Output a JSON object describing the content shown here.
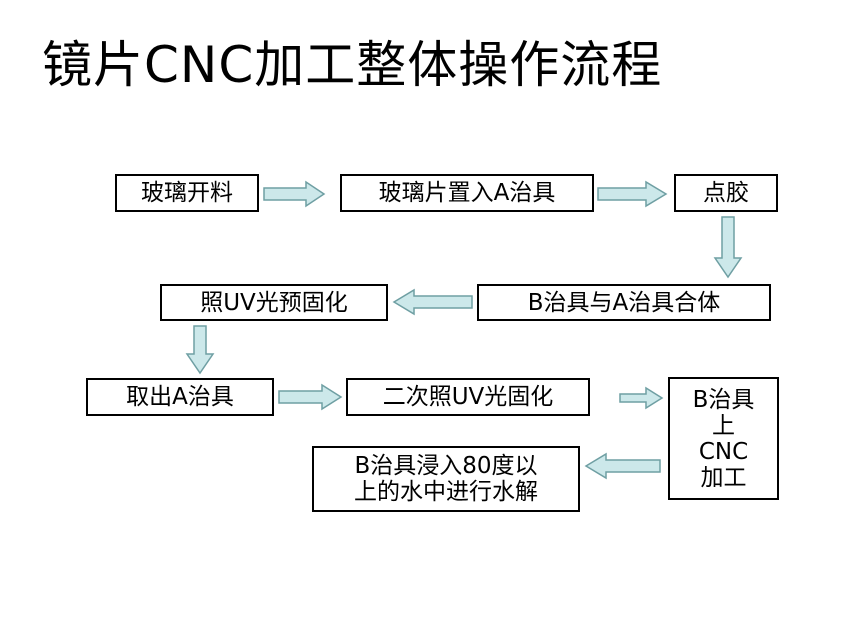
{
  "title": "镜片CNC加工整体操作流程",
  "steps": {
    "s1": "玻璃开料",
    "s2": "玻璃片置入A治具",
    "s3": "点胶",
    "s4": "B治具与A治具合体",
    "s5": "照UV光预固化",
    "s6": "取出A治具",
    "s7": "二次照UV光固化",
    "s8": [
      "B治具",
      "上",
      "CNC",
      "加工"
    ],
    "s9": [
      "B治具浸入80度以",
      "上的水中进行水解"
    ]
  },
  "colors": {
    "arrow_fill": "#cce8ea",
    "arrow_stroke": "#6f9fa3"
  }
}
